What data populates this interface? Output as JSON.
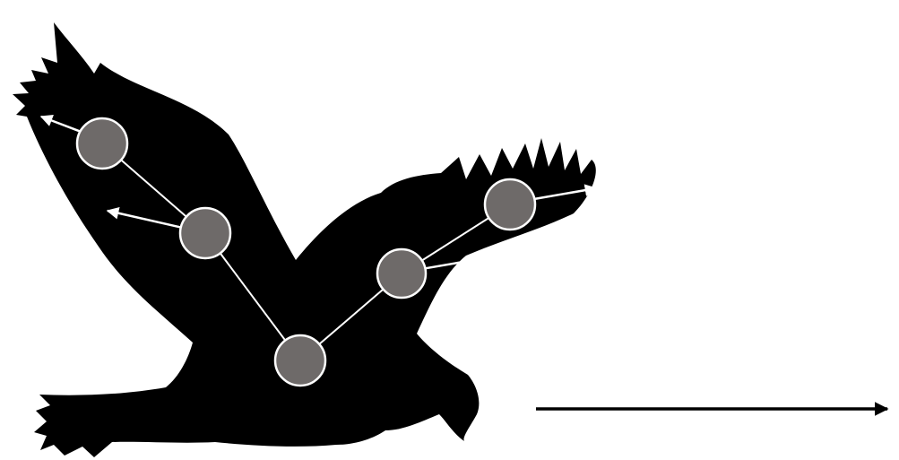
{
  "figure": {
    "subject": "bird-silhouette",
    "colors": {
      "background": "#ffffff",
      "silhouette": "#000000",
      "joint_fill": "#6e6a69",
      "joint_stroke": "#ffffff",
      "link_stroke": "#ffffff",
      "motion_arrow": "#000000"
    },
    "joints": [
      {
        "id": "body-root",
        "chain": "root"
      },
      {
        "id": "left-elbow",
        "chain": "left-wing"
      },
      {
        "id": "left-wingtip",
        "chain": "left-wing"
      },
      {
        "id": "right-elbow",
        "chain": "right-wing"
      },
      {
        "id": "right-wingtip",
        "chain": "right-wing"
      }
    ],
    "links": [
      {
        "from": "body-root",
        "to": "left-elbow"
      },
      {
        "from": "left-elbow",
        "to": "left-wingtip"
      },
      {
        "from": "body-root",
        "to": "right-elbow"
      },
      {
        "from": "right-elbow",
        "to": "right-wingtip"
      }
    ],
    "force_arrows": [
      {
        "joint": "left-wingtip",
        "icon": "arrow-icon"
      },
      {
        "joint": "left-elbow",
        "icon": "arrow-icon"
      },
      {
        "joint": "right-elbow",
        "icon": "arrow-icon"
      },
      {
        "joint": "right-wingtip",
        "icon": "arrow-icon"
      }
    ],
    "motion_direction": "right"
  }
}
